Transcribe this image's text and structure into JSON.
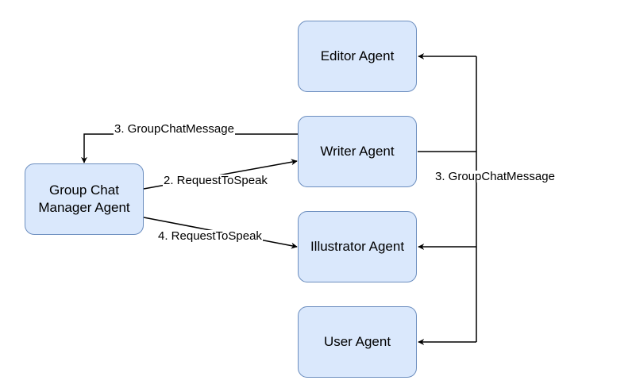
{
  "nodes": {
    "editor": "Editor Agent",
    "writer": "Writer Agent",
    "illustrator": "Illustrator Agent",
    "user": "User Agent",
    "manager_line1": "Group Chat",
    "manager_line2": "Manager Agent"
  },
  "edges": {
    "writer_to_manager": "3. GroupChatMessage",
    "manager_to_writer": "2. RequestToSpeak",
    "manager_to_illustrator": "4. RequestToSpeak",
    "writer_broadcast": "3. GroupChatMessage"
  },
  "colors": {
    "node_fill": "#dae8fc",
    "node_stroke": "#6c8ebf",
    "edge": "#000000"
  }
}
